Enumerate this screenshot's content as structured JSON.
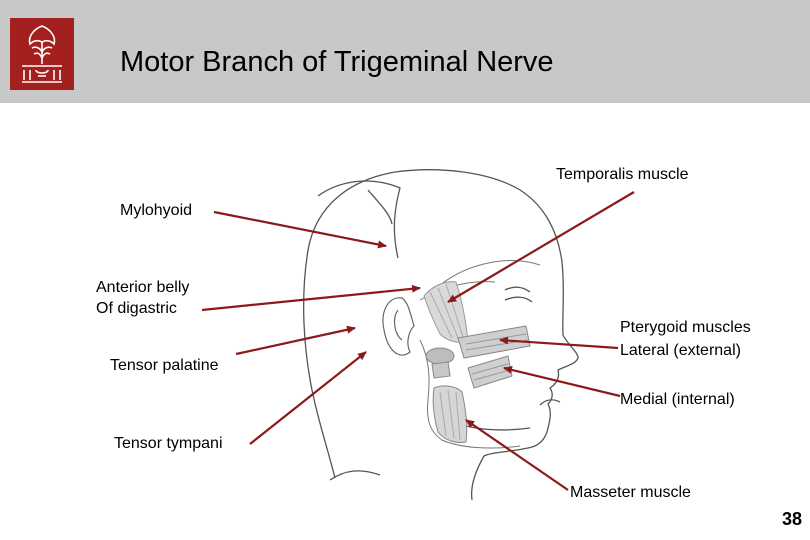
{
  "slide": {
    "title": "Motor Branch of Trigeminal Nerve",
    "page_number": "38",
    "logo_icon": "university-seal-icon",
    "accent_color": "#a3201f",
    "arrow_color": "#8b1a1a"
  },
  "labels": {
    "temporalis": "Temporalis muscle",
    "mylohyoid": "Mylohyoid",
    "digastric_line1": "Anterior belly",
    "digastric_line2": "Of digastric",
    "tensor_palatine": "Tensor palatine",
    "pterygoid_line1": "Pterygoid muscles",
    "pterygoid_line2": "Lateral (external)",
    "pterygoid_medial": "Medial (internal)",
    "tensor_tympani": "Tensor tympani",
    "masseter": "Masseter muscle"
  }
}
